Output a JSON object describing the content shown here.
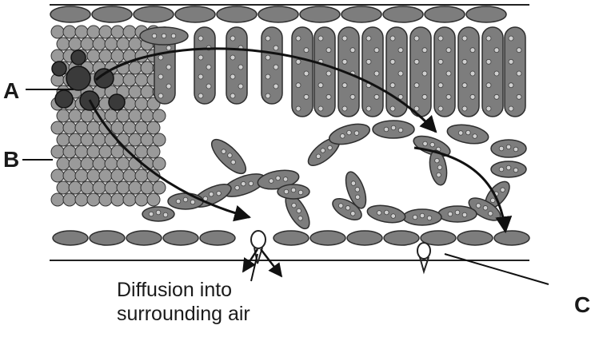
{
  "labels": {
    "a": "A",
    "b": "B",
    "c": "C",
    "caption_line1": "Diffusion into",
    "caption_line2": "surrounding air"
  },
  "colors": {
    "cell_fill": "#7d7d7d",
    "cell_stroke": "#2e2e2e",
    "chloroplast": "#d0d0d0",
    "dark_cell": "#3a3a3a",
    "arrow": "#111111",
    "background": "#ffffff"
  }
}
